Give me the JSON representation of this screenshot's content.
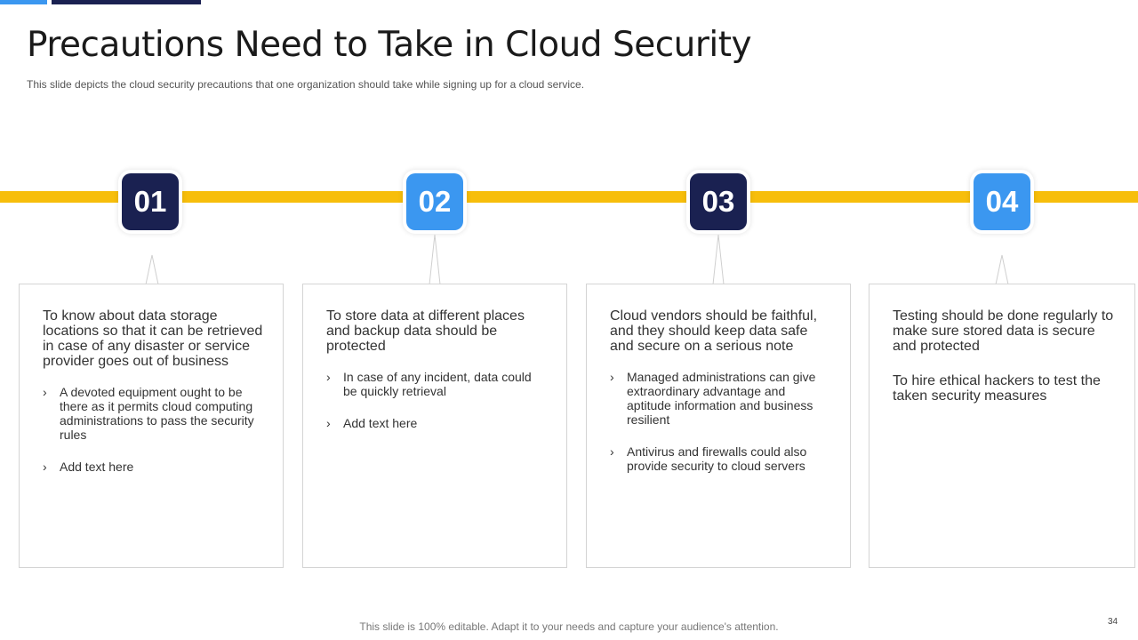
{
  "slide": {
    "title": "Precautions Need to Take in Cloud Security",
    "subtitle": "This slide depicts the cloud security precautions that one organization should take while signing up for a cloud service.",
    "footer": "This slide is 100% editable. Adapt it to your needs and capture your audience's attention.",
    "page_number": "34"
  },
  "colors": {
    "dark_navy": "#1a2151",
    "bright_blue": "#3b97f0",
    "timeline_yellow": "#f7be0b"
  },
  "steps": [
    {
      "number": "01",
      "main": [
        "To know about data storage locations so that it can be retrieved in case of any disaster or service provider goes out of business"
      ],
      "bullets": [
        "A devoted equipment ought to be there as it permits cloud computing administrations to pass the security rules",
        "Add text here"
      ]
    },
    {
      "number": "02",
      "main": [
        "To store data at different places  and backup data should be protected"
      ],
      "bullets": [
        "In case of any incident, data could be quickly retrieval",
        "Add text here"
      ]
    },
    {
      "number": "03",
      "main": [
        "Cloud vendors should be faithful,  and they should keep data safe and secure on a serious note"
      ],
      "bullets": [
        "Managed administrations can give extraordinary advantage and aptitude information and business resilient",
        "Antivirus and firewalls could also provide security to cloud servers"
      ]
    },
    {
      "number": "04",
      "main": [
        "Testing should be done regularly  to make sure stored data is secure and protected",
        "To hire ethical hackers to test the taken security measures"
      ],
      "bullets": []
    }
  ],
  "bullet_glyph": "›"
}
